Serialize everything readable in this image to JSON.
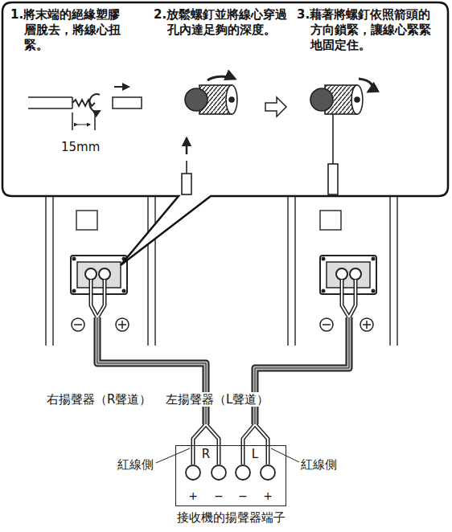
{
  "diagram": {
    "nodes": [
      {
        "text": [
          "1.將末端的絕緣塑膠層脫去，將線心扭緊。",
          "2.放鬆螺釘並將線心穿過孔內達足夠的深度。",
          "3.藉著將螺釘依照箭頭的方向鎖緊，讓線心緊緊地固定住。"
        ]
      },
      {
        "text": [
          "接收機的揚聲器端子"
        ]
      }
    ],
    "labels": [
      "15mm",
      "右揚聲器（R聲道）",
      "左揚聲器（L聲道）",
      "紅線側",
      "紅線側",
      "R",
      "L",
      "+",
      "−",
      "−",
      "+"
    ]
  }
}
